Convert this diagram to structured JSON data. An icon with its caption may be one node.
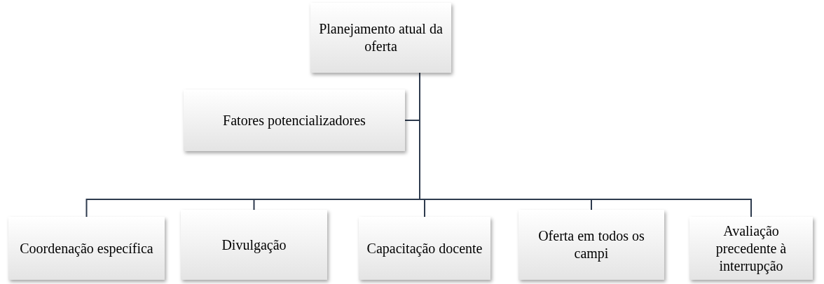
{
  "diagram": {
    "nodes": [
      {
        "text": [
          "Planejamento atual da oferta"
        ]
      },
      {
        "text": [
          "Fatores potencializadores"
        ]
      },
      {
        "text": [
          "Coordenação específica"
        ]
      },
      {
        "text": [
          "Divulgação"
        ]
      },
      {
        "text": [
          "Capacitação docente"
        ]
      },
      {
        "text": [
          "Oferta em todos os campi"
        ]
      },
      {
        "text": [
          "Avaliação precedente à interrupção"
        ]
      }
    ],
    "edges": [
      {
        "from": 0,
        "to": 1,
        "arrow": "none"
      },
      {
        "from": 0,
        "to": 2,
        "arrow": "none"
      },
      {
        "from": 0,
        "to": 3,
        "arrow": "none"
      },
      {
        "from": 0,
        "to": 4,
        "arrow": "none"
      },
      {
        "from": 0,
        "to": 5,
        "arrow": "none"
      },
      {
        "from": 0,
        "to": 6,
        "arrow": "none"
      }
    ]
  }
}
